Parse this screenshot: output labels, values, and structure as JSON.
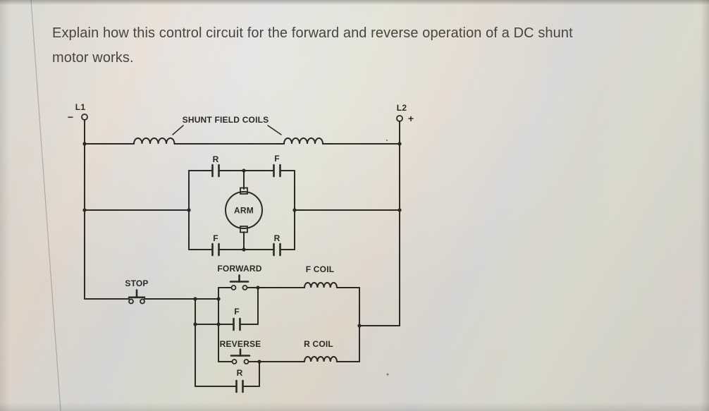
{
  "question": {
    "line1": "Explain how this control circuit for the forward and reverse operation of a DC shunt",
    "line2": "motor works."
  },
  "circuit": {
    "l1": {
      "label": "L1",
      "polarity": "−"
    },
    "l2": {
      "label": "L2",
      "polarity": "+"
    },
    "shunt_field_label": "SHUNT FIELD COILS",
    "armature_label": "ARM",
    "bridge_contacts": {
      "top_left": "R",
      "top_right": "F",
      "bottom_left": "F",
      "bottom_right": "R"
    },
    "stop_label": "STOP",
    "forward_label": "FORWARD",
    "reverse_label": "REVERSE",
    "f_coil_label": "F COIL",
    "r_coil_label": "R COIL",
    "f_holding_label": "F",
    "r_holding_label": "R"
  },
  "colors": {
    "ink": "#2b2a25",
    "text": "#47453f",
    "background": "#d6d3cc"
  }
}
